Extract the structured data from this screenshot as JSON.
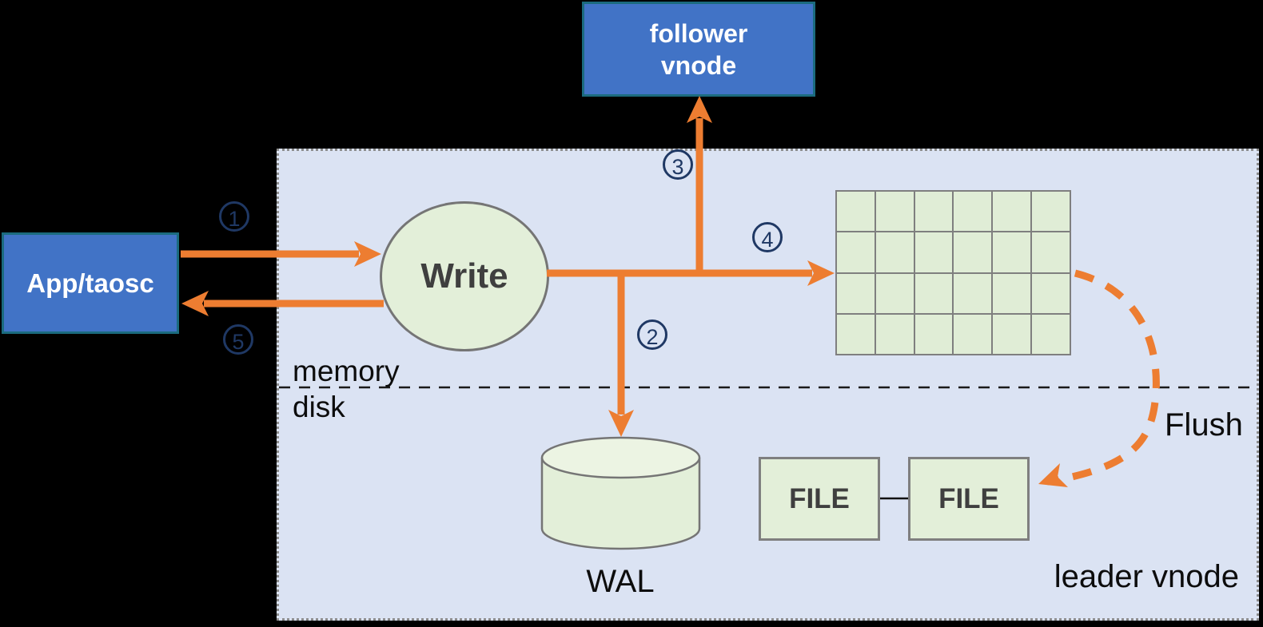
{
  "nodes": {
    "app": {
      "label": "App/taosc"
    },
    "follower": {
      "line1": "follower",
      "line2": "vnode"
    },
    "write": {
      "label": "Write"
    },
    "wal": {
      "label": "WAL"
    },
    "file1": {
      "label": "FILE"
    },
    "file2": {
      "label": "FILE"
    }
  },
  "region": {
    "memory_label": "memory",
    "disk_label": "disk",
    "leader_label": "leader vnode",
    "flush_label": "Flush"
  },
  "steps": [
    "1",
    "2",
    "3",
    "4",
    "5"
  ],
  "memtable": {
    "rows": 4,
    "cols": 6
  },
  "colors": {
    "background": "#000000",
    "region_fill": "#dbe3f3",
    "node_blue": "#4173c6",
    "node_border_teal": "#1b6b7f",
    "green_fill": "#e3efd9",
    "gray_border": "#7f7f7f",
    "arrow_orange": "#ed7d31",
    "badge_navy": "#1f3864",
    "dark_text": "#3f3f3f"
  }
}
